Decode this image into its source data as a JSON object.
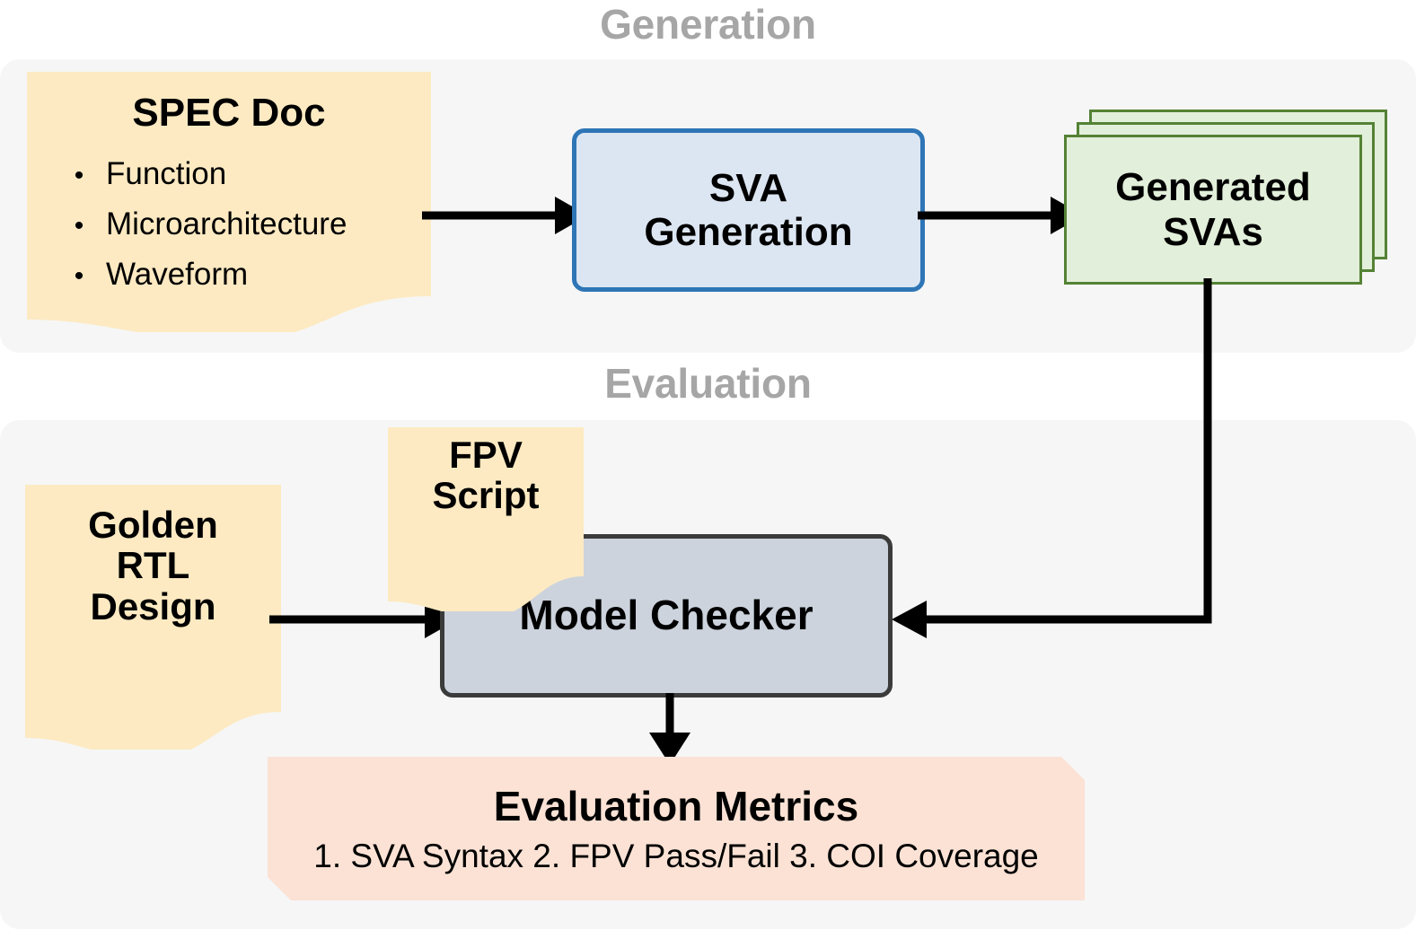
{
  "sections": {
    "generation": {
      "title": "Generation"
    },
    "evaluation": {
      "title": "Evaluation"
    }
  },
  "nodes": {
    "spec_doc": {
      "title": "SPEC Doc",
      "bullets": [
        "Function",
        "Microarchitecture",
        "Waveform"
      ],
      "bullet_glyph": "•"
    },
    "sva_generation": {
      "label": "SVA\nGeneration",
      "line1": "SVA",
      "line2": "Generation"
    },
    "generated_svas": {
      "label": "Generated SVAs",
      "line1": "Generated",
      "line2": "SVAs",
      "sheet_count": 3
    },
    "golden_rtl": {
      "line1": "Golden",
      "line2": "RTL",
      "line3": "Design"
    },
    "fpv_script": {
      "line1": "FPV",
      "line2": "Script"
    },
    "model_checker": {
      "label": "Model Checker"
    },
    "evaluation_metrics": {
      "title": "Evaluation Metrics",
      "items_line": "1. SVA Syntax 2. FPV Pass/Fail 3. COI Coverage"
    }
  },
  "edges": [
    {
      "name": "spec-doc-to-sva-generation",
      "from": "spec_doc",
      "to": "sva_generation"
    },
    {
      "name": "sva-generation-to-generated-svas",
      "from": "sva_generation",
      "to": "generated_svas"
    },
    {
      "name": "generated-svas-to-model-checker",
      "from": "generated_svas",
      "to": "model_checker"
    },
    {
      "name": "golden-rtl-to-model-checker",
      "from": "golden_rtl",
      "to": "model_checker"
    },
    {
      "name": "model-checker-to-evaluation-metrics",
      "from": "model_checker",
      "to": "evaluation_metrics"
    }
  ],
  "colors": {
    "panel_bg": "#f6f6f6",
    "section_title": "#a6a6a6",
    "doc_fill": "#fdeac2",
    "sva_gen_fill": "#dce6f2",
    "sva_gen_border": "#2e75b6",
    "svas_fill": "#e2efda",
    "svas_border": "#548235",
    "model_checker_fill": "#ccd3dd",
    "model_checker_border": "#3b3b3b",
    "metrics_fill": "#fbe2d5",
    "arrow": "#000000",
    "page_bg": "#ffffff"
  }
}
